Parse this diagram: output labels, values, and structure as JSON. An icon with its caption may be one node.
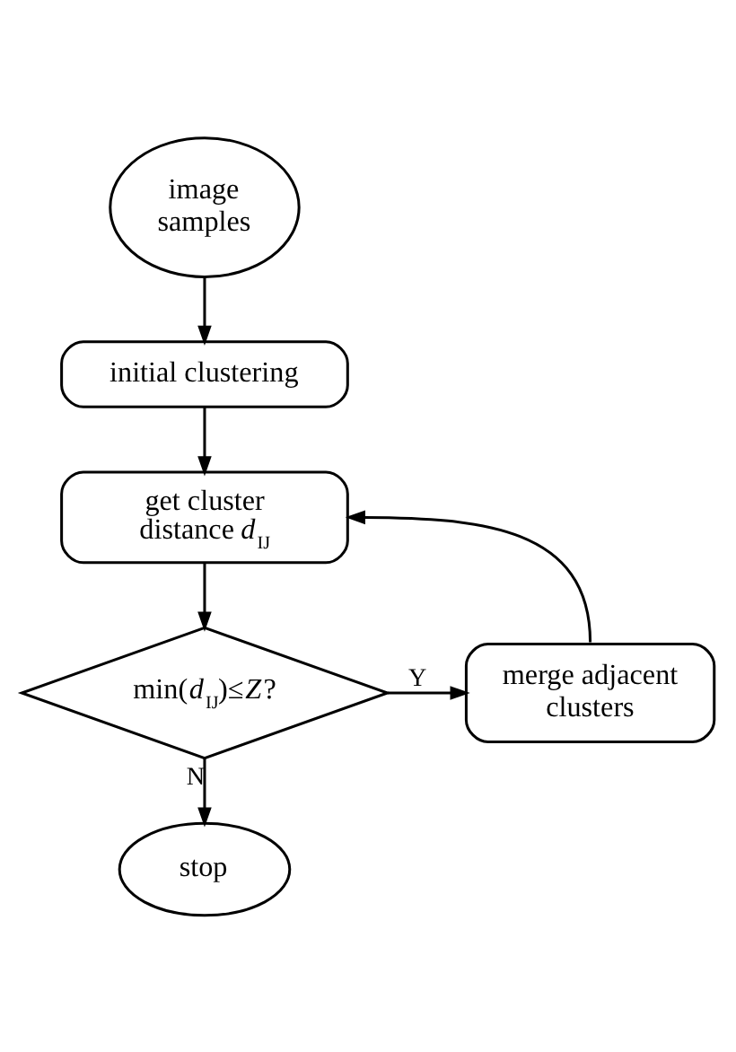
{
  "diagram": {
    "nodes": [
      {
        "text": [
          "image samples"
        ]
      },
      {
        "text": [
          "initial clustering"
        ]
      },
      {
        "text": [
          "get cluster distance *d*$_{IJ}$"
        ]
      },
      {
        "text": [
          "min(*d*$_{IJ}$)≤*Z*?"
        ]
      },
      {
        "text": [
          "merge adjacent clusters"
        ]
      },
      {
        "text": [
          "stop"
        ]
      }
    ],
    "edges": [
      {
        "from": 0,
        "to": 1,
        "arrow": "to"
      },
      {
        "from": 1,
        "to": 2,
        "arrow": "to"
      },
      {
        "from": 2,
        "to": 3,
        "arrow": "to"
      },
      {
        "from": 3,
        "to": 4,
        "arrow": "to",
        "label": "Y"
      },
      {
        "from": 4,
        "to": 2,
        "arrow": "to"
      },
      {
        "from": 3,
        "to": 5,
        "arrow": "to",
        "label": "N"
      }
    ]
  }
}
